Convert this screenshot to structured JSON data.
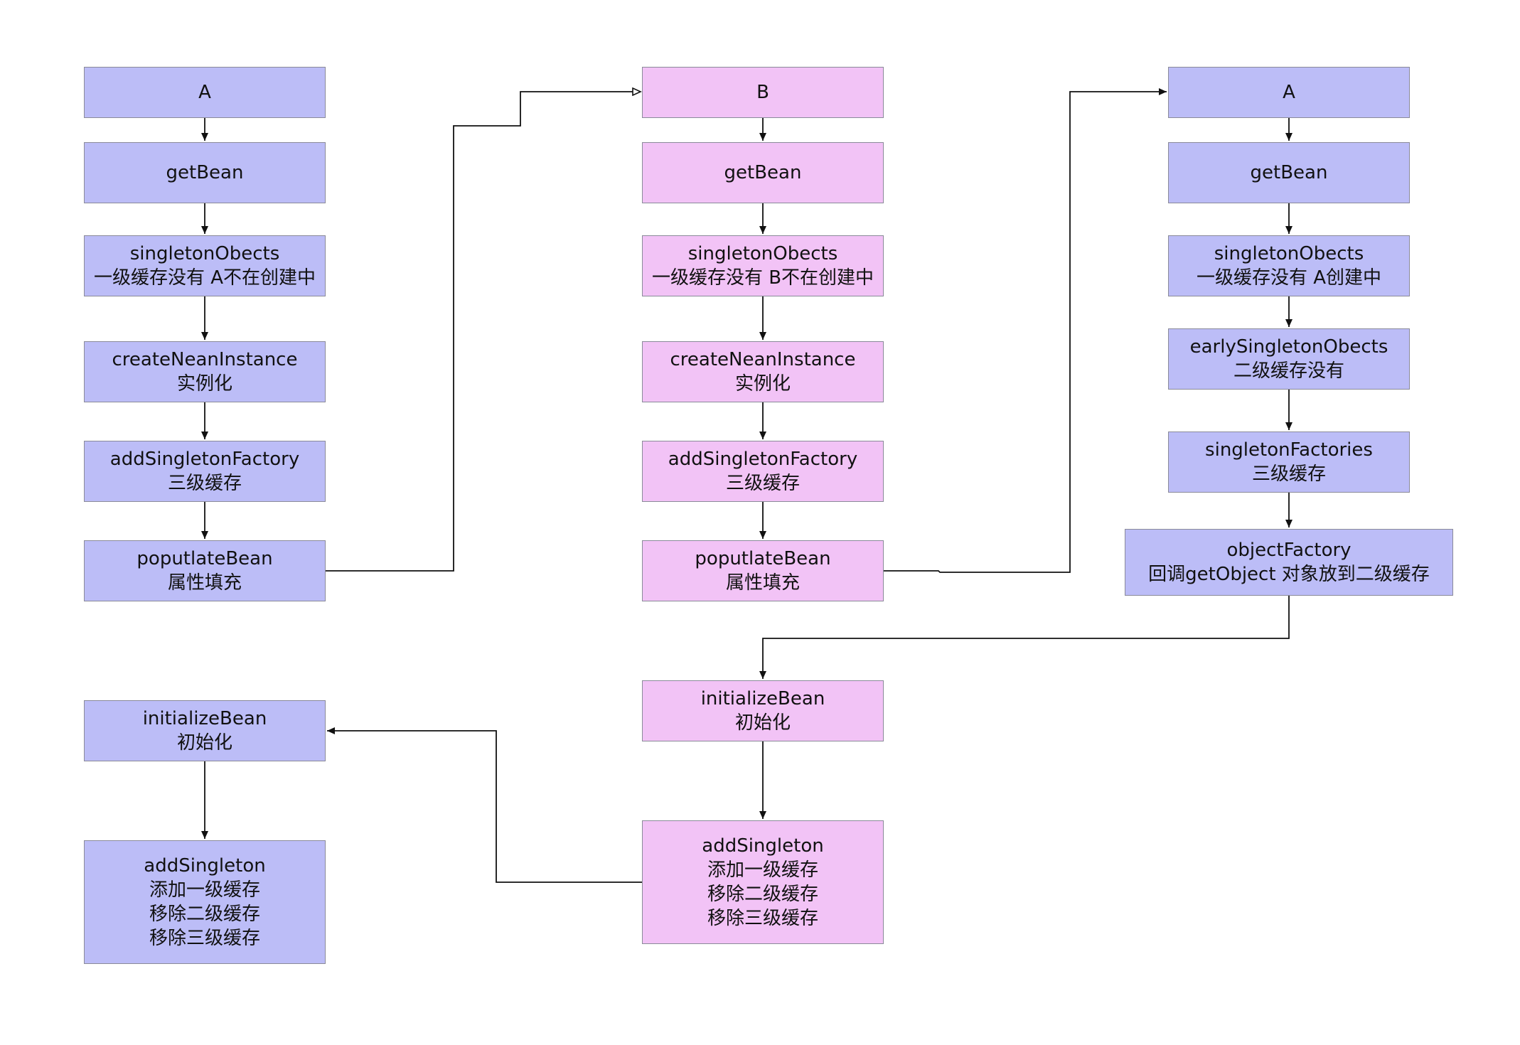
{
  "columns": {
    "a1": {
      "color": "#bcbdf7",
      "nodes": [
        {
          "lines": [
            "A"
          ]
        },
        {
          "lines": [
            "getBean"
          ]
        },
        {
          "lines": [
            "singletonObects",
            "一级缓存没有 A不在创建中"
          ]
        },
        {
          "lines": [
            "createNeanInstance",
            "实例化"
          ]
        },
        {
          "lines": [
            "addSingletonFactory",
            "三级缓存"
          ]
        },
        {
          "lines": [
            "poputlateBean",
            "属性填充"
          ]
        },
        {
          "lines": [
            "initializeBean",
            "初始化"
          ]
        },
        {
          "lines": [
            "addSingleton",
            "添加一级缓存",
            "移除二级缓存",
            "移除三级缓存"
          ]
        }
      ]
    },
    "b": {
      "color": "#f2c3f6",
      "nodes": [
        {
          "lines": [
            "B"
          ]
        },
        {
          "lines": [
            "getBean"
          ]
        },
        {
          "lines": [
            "singletonObects",
            "一级缓存没有 B不在创建中"
          ]
        },
        {
          "lines": [
            "createNeanInstance",
            "实例化"
          ]
        },
        {
          "lines": [
            "addSingletonFactory",
            "三级缓存"
          ]
        },
        {
          "lines": [
            "poputlateBean",
            "属性填充"
          ]
        },
        {
          "lines": [
            "initializeBean",
            "初始化"
          ]
        },
        {
          "lines": [
            "addSingleton",
            "添加一级缓存",
            "移除二级缓存",
            "移除三级缓存"
          ]
        }
      ]
    },
    "a2": {
      "color": "#bcbdf7",
      "nodes": [
        {
          "lines": [
            "A"
          ]
        },
        {
          "lines": [
            "getBean"
          ]
        },
        {
          "lines": [
            "singletonObects",
            "一级缓存没有 A创建中"
          ]
        },
        {
          "lines": [
            "earlySingletonObects",
            "二级缓存没有"
          ]
        },
        {
          "lines": [
            "singletonFactories",
            "三级缓存"
          ]
        },
        {
          "lines": [
            "objectFactory",
            "回调getObject 对象放到二级缓存"
          ]
        }
      ]
    }
  }
}
